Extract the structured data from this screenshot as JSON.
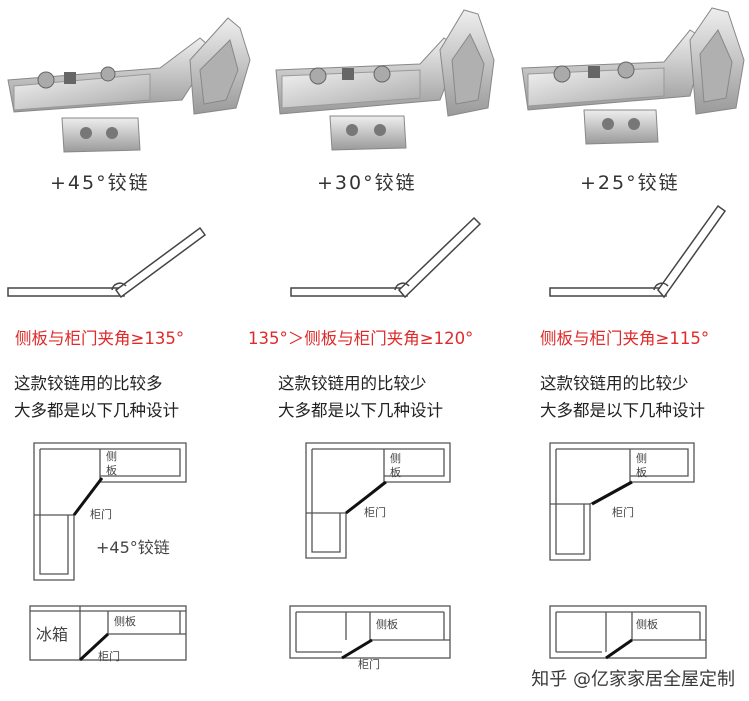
{
  "columns": [
    {
      "hinge_label": "+45°铰链",
      "angle_text": "侧板与柜门夹角≥135°",
      "desc_lines": [
        "这款铰链用的比较多",
        "大多都是以下几种设计"
      ],
      "corner_labels": {
        "side": [
          "侧",
          "板"
        ],
        "door": "柜门",
        "caption": "+45°铰链"
      },
      "fridge_labels": {
        "fridge": "冰箱",
        "side": "侧板",
        "door": "柜门"
      }
    },
    {
      "hinge_label": "+30°铰链",
      "angle_text": "135°＞侧板与柜门夹角≥120°",
      "desc_lines": [
        "这款铰链用的比较少",
        "大多都是以下几种设计"
      ],
      "corner_labels": {
        "side": [
          "侧",
          "板"
        ],
        "door": "柜门"
      },
      "fridge_labels": {
        "side": "侧板",
        "door": "柜门"
      }
    },
    {
      "hinge_label": "+25°铰链",
      "angle_text": "侧板与柜门夹角≥115°",
      "desc_lines": [
        "这款铰链用的比较少",
        "大多都是以下几种设计"
      ],
      "corner_labels": {
        "side": [
          "侧",
          "板"
        ],
        "door": "柜门"
      },
      "fridge_labels": {
        "side": "侧板"
      }
    }
  ],
  "watermark": "知乎 @亿家家居全屋定制",
  "colors": {
    "accent_red": "#e02a2a",
    "line": "#444444",
    "hinge_metal": "#c9c9c9"
  }
}
